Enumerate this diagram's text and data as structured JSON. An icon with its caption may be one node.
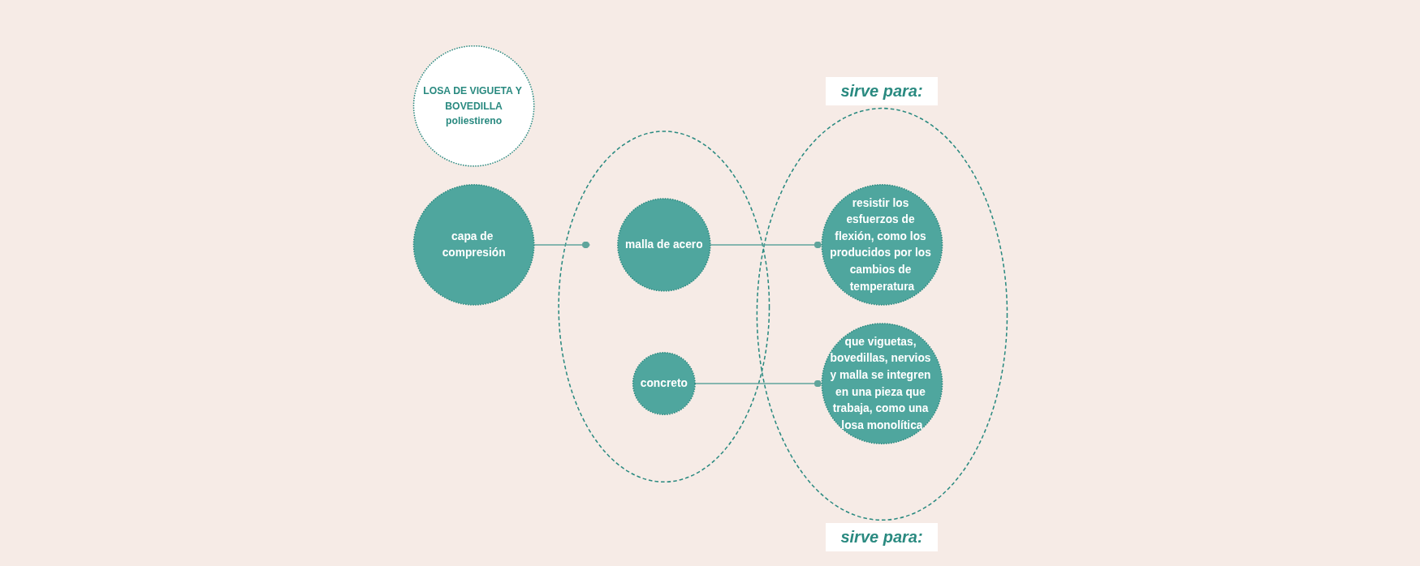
{
  "diagram": {
    "nodes": [
      {
        "text": [
          "LOSA DE VIGUETA Y BOVEDILLA",
          "poliestireno"
        ]
      },
      {
        "text": [
          "capa de compresión"
        ]
      },
      {
        "text": [],
        "shape": "circle"
      },
      {
        "text": [
          "malla de acero"
        ],
        "in": 2
      },
      {
        "text": [
          "concreto"
        ],
        "in": 2
      },
      {
        "text": [],
        "shape": "circle"
      },
      {
        "text": [
          "resistir los esfuerzos de flexión, como los producidos por los cambios de temperatura"
        ],
        "in": 5
      },
      {
        "text": [
          "que viguetas, bovedillas, nervios y malla se integren en una pieza que trabaja, como una losa monolítica"
        ],
        "in": 5
      }
    ],
    "edges": [
      {
        "from": 1,
        "to": 2,
        "arrow": "other"
      },
      {
        "from": 3,
        "to": 6,
        "arrow": "other"
      },
      {
        "from": 4,
        "to": 7,
        "arrow": "other"
      }
    ],
    "labels": [
      "sirve para:",
      "sirve para:"
    ]
  }
}
